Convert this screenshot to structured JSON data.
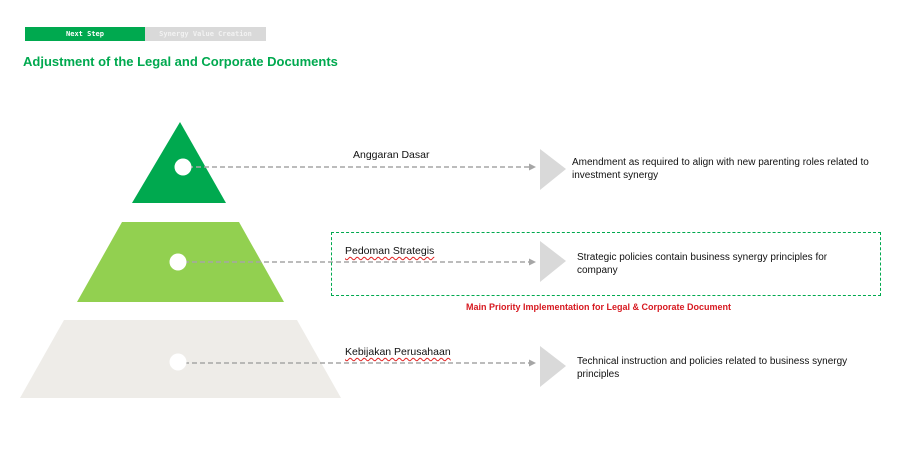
{
  "tabs": [
    {
      "label": "Next Step",
      "active": true
    },
    {
      "label": "Synergy Value Creation",
      "active": false
    }
  ],
  "title": "Adjustment of the Legal and Corporate Documents",
  "levels": [
    {
      "label": "Anggaran Dasar",
      "description": "Amendment as required to align with new parenting roles related to investment synergy",
      "color": "#00a94f"
    },
    {
      "label": "Pedoman Strategis",
      "description": "Strategic policies contain business synergy principles for company",
      "color": "#92d050"
    },
    {
      "label": "Kebijakan Perusahaan",
      "description": "Technical instruction and policies related to business synergy principles",
      "color": "#eeece8"
    }
  ],
  "priority": {
    "caption": "Main Priority Implementation for Legal & Corporate Document",
    "border_color": "#00a94f",
    "caption_color": "#d71920"
  },
  "colors": {
    "accent": "#00a94f",
    "arrow": "#d9d9d9",
    "connector": "#a6a6a6"
  }
}
